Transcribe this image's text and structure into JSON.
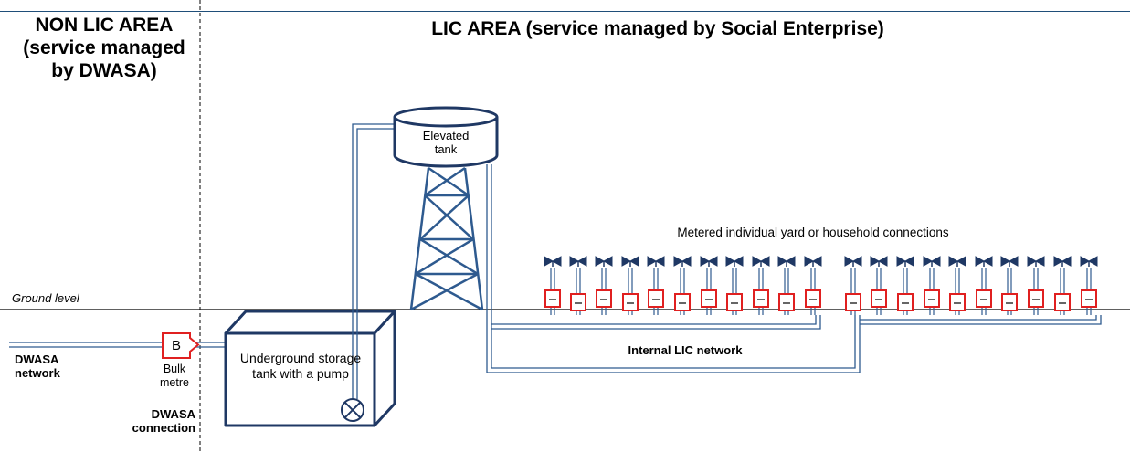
{
  "non_lic_title": "NON LIC AREA (service managed by DWASA)",
  "lic_title": "LIC AREA (service managed by Social Enterprise)",
  "elevated_tank_label": "Elevated tank",
  "connections_label": "Metered individual yard or household connections",
  "ground_level_label": "Ground level",
  "dwasa_network_label": "DWASA network",
  "bulk_meter_letter": "B",
  "bulk_meter_label": "Bulk metre",
  "dwasa_connection_label": "DWASA connection",
  "storage_tank_label": "Underground storage tank with a pump",
  "internal_network_label": "Internal LIC network",
  "colors": {
    "pipe": "#2e5a8f",
    "meter": "#e02020",
    "tank": "#1f3864",
    "rule": "#1f4e79"
  }
}
